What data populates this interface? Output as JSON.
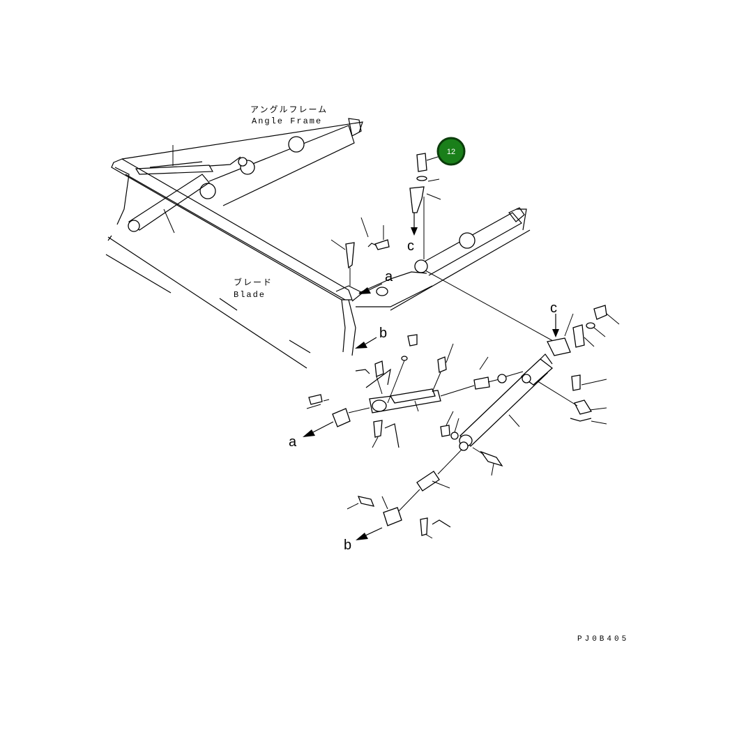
{
  "labels": {
    "angle_frame_jp": "アングルフレーム",
    "angle_frame_en": "Angle Frame",
    "blade_jp": "ブレード",
    "blade_en": "Blade",
    "drawing_code": "PJ0B405"
  },
  "callout": {
    "number": "12",
    "color": "#1a7f1a",
    "ring_color": "#0b3d0b"
  },
  "refs": {
    "a": "a",
    "b": "b",
    "c": "c"
  }
}
